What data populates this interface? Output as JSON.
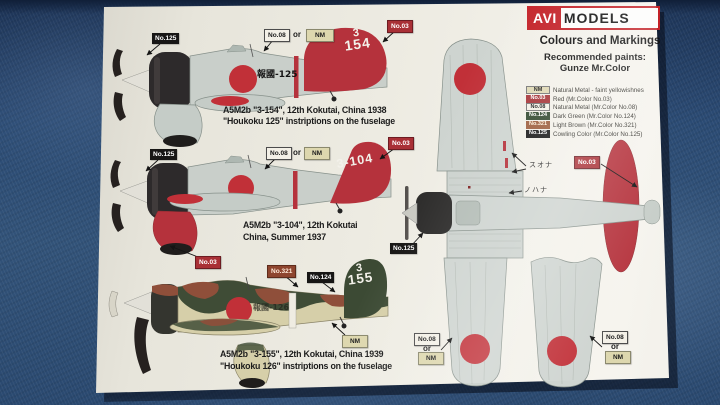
{
  "header": {
    "logo_avi": "AVI",
    "logo_models": "MODELS",
    "title": "Colours and Markings",
    "subtitle1": "Recommended paints:",
    "subtitle2": "Gunze Mr.Color"
  },
  "legend": {
    "rows": [
      {
        "code": "NM",
        "desc": "Natural Metal - faint yellowishnes",
        "chip": "#ded8b4",
        "fg": "#1a1a1a"
      },
      {
        "code": "No.03",
        "desc": "Red (Mr.Color No.03)",
        "chip": "#a63438",
        "fg": "#ffffff"
      },
      {
        "code": "No.08",
        "desc": "Natural Metal (Mr.Color No.08)",
        "chip": "#f4f1e8",
        "fg": "#1a1a1a"
      },
      {
        "code": "No.124",
        "desc": "Dark Green (Mr.Color No.124)",
        "chip": "#31482f",
        "fg": "#ffffff"
      },
      {
        "code": "No.321",
        "desc": "Light Brown (Mr.Color No.321)",
        "chip": "#9c5d3c",
        "fg": "#fff2dd"
      },
      {
        "code": "No.125",
        "desc": "Cowling Color (Mr.Color No.125)",
        "chip": "#171717",
        "fg": "#ffffff"
      }
    ]
  },
  "callout_labels": {
    "no03": "No.03",
    "no08": "No.08",
    "no124": "No.124",
    "no125": "No.125",
    "no321": "No.321",
    "nm": "NM",
    "or": "or"
  },
  "profiles": {
    "plane1": {
      "tail_top": "3",
      "tail_bottom": "154",
      "fuselage_text": "報國-125",
      "caption1": "A5M2b \"3-154\", 12th Kokutai, China 1938",
      "caption2": "\"Houkoku 125\" instriptions on the fuselage"
    },
    "plane2": {
      "tail_text": "3-104",
      "caption1": "A5M2b \"3-104\", 12th Kokutai",
      "caption2": "China, Summer 1937"
    },
    "plane3": {
      "tail_top": "3",
      "tail_bottom": "155",
      "fuselage_text": "報國-126",
      "caption1": "A5M2b \"3-155\", 12th Kokutai, China 1939",
      "caption2": "\"Houkoku 126\" instriptions on the fuselage"
    }
  },
  "topview": {
    "note1": "スオナ",
    "note2": "ノハナ"
  },
  "colors": {
    "aircraft_red": "#b5323c",
    "hinomaru_red": "#c13038",
    "cowling_black": "#2d2a2b",
    "camo_green": "#3f4c36",
    "camo_brown": "#8f4f3a",
    "underside_cream": "#d6cfa9",
    "brand_red": "#c32127",
    "background_denim": "#2b4b74"
  }
}
